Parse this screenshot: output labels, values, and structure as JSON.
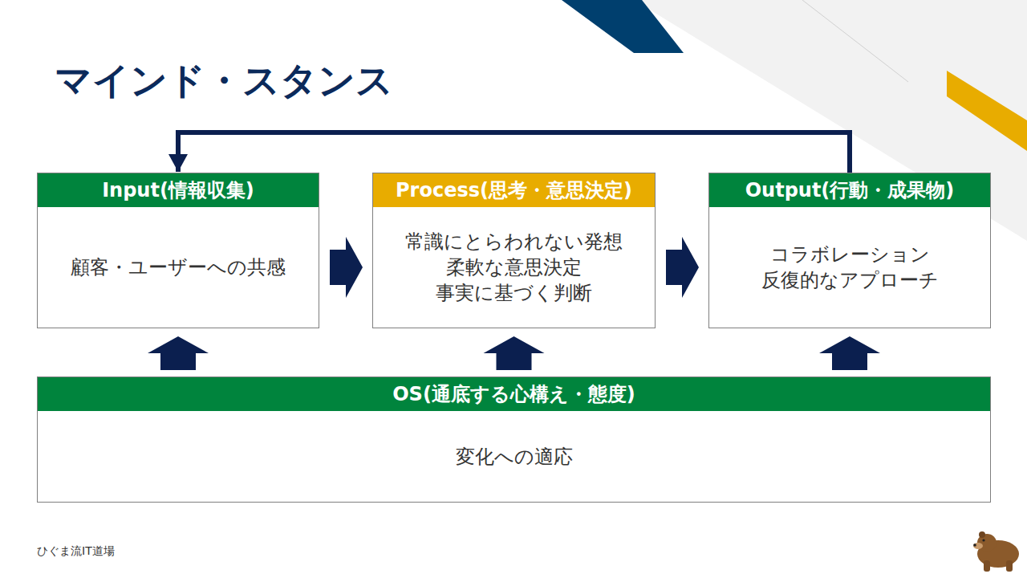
{
  "diagram": {
    "title": "マインド・スタンス",
    "nodes": [
      {
        "text": [
          "Input(情報収集)",
          "顧客・ユーザーへの共感"
        ]
      },
      {
        "text": [
          "Process(思考・意思決定)",
          "常識にとらわれない発想",
          "柔軟な意思決定",
          "事実に基づく判断"
        ]
      },
      {
        "text": [
          "Output(行動・成果物)",
          "コラボレーション",
          "反復的なアプローチ"
        ]
      },
      {
        "text": [
          "OS(通底する心構え・態度)",
          "変化への適応"
        ]
      }
    ],
    "edges": [
      {
        "from": 0,
        "to": 1,
        "arrow": "to"
      },
      {
        "from": 1,
        "to": 2,
        "arrow": "to"
      },
      {
        "from": 2,
        "to": 0,
        "arrow": "to"
      },
      {
        "from": 3,
        "to": 0,
        "arrow": "to"
      },
      {
        "from": 3,
        "to": 1,
        "arrow": "to"
      },
      {
        "from": 3,
        "to": 2,
        "arrow": "to"
      }
    ],
    "labels": [
      "ひぐま流IT道場"
    ]
  }
}
